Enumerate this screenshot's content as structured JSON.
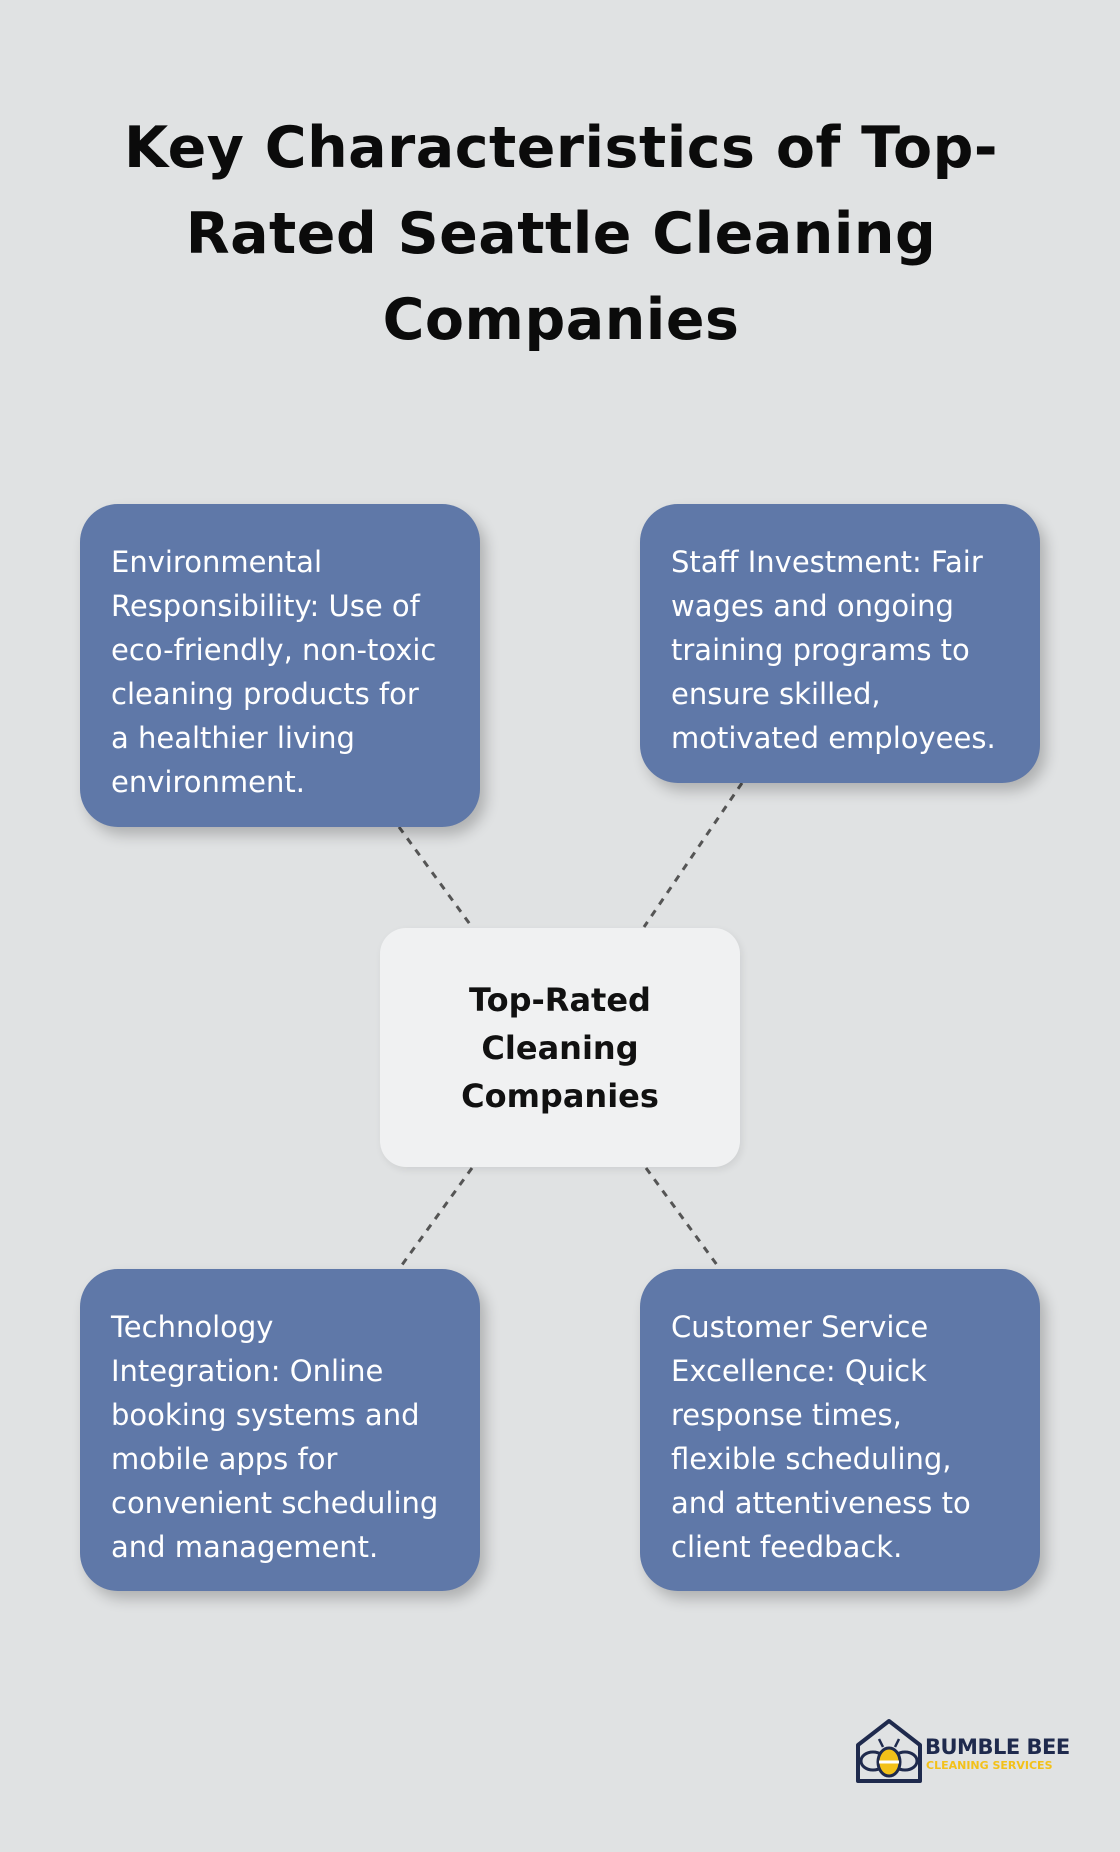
{
  "title": {
    "lines": [
      "Key Characteristics of Top-",
      "Rated Seattle Cleaning",
      "Companies"
    ]
  },
  "center": {
    "lines": [
      "Top-Rated",
      "Cleaning",
      "Companies"
    ]
  },
  "cards": [
    {
      "lines": [
        "Environmental",
        "Responsibility: Use of",
        "eco-friendly, non-toxic",
        "cleaning products for",
        "a healthier living",
        "environment."
      ]
    },
    {
      "lines": [
        "Staff Investment: Fair",
        "wages and ongoing",
        "training programs to",
        "ensure skilled,",
        "motivated employees."
      ]
    },
    {
      "lines": [
        "Technology",
        "Integration: Online",
        "booking systems and",
        "mobile apps for",
        "convenient scheduling",
        "and management."
      ]
    },
    {
      "lines": [
        "Customer Service",
        "Excellence: Quick",
        "response times,",
        "flexible scheduling,",
        "and attentiveness to",
        "client feedback."
      ]
    }
  ],
  "logo": {
    "name": "BUMBLE BEE",
    "tagline": "CLEANING SERVICES"
  },
  "colors": {
    "background": "#e0e2e3",
    "card": "#5f78a8",
    "center": "#f0f1f2",
    "navy": "#1f2a4d",
    "yellow": "#f3c119"
  }
}
